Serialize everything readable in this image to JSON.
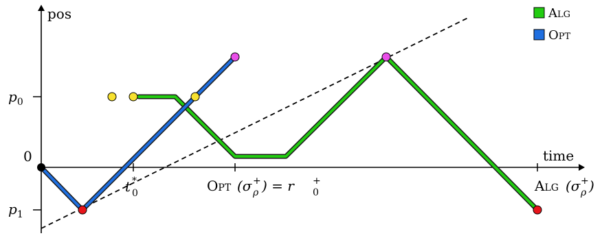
{
  "axes": {
    "y_label": "pos",
    "x_label": "time",
    "origin_label": "0"
  },
  "y_ticks": [
    {
      "main": "p",
      "sub": "0"
    },
    {
      "main": "p",
      "sub": "1"
    }
  ],
  "x_ticks": {
    "t0": {
      "main": "t",
      "sup": "*",
      "sub": "0"
    },
    "opt": {
      "sc": "Opt",
      "rest_open": "(σ",
      "rest_close": ") = r",
      "sup": "+",
      "sub": "ρ",
      "sub2": "0"
    },
    "alg": {
      "sc": "Alg",
      "open": "(σ",
      "close": ")",
      "sup": "+",
      "sub": "ρ"
    }
  },
  "legend": [
    {
      "label": "Alg",
      "color": "#22cc11"
    },
    {
      "label": "Opt",
      "color": "#1f6fe0"
    }
  ],
  "colors": {
    "alg": "#22cc11",
    "opt": "#1f6fe0",
    "red": "#e8151b",
    "magenta": "#e94ee8",
    "yellow": "#f7e12f",
    "black": "#000000"
  }
}
